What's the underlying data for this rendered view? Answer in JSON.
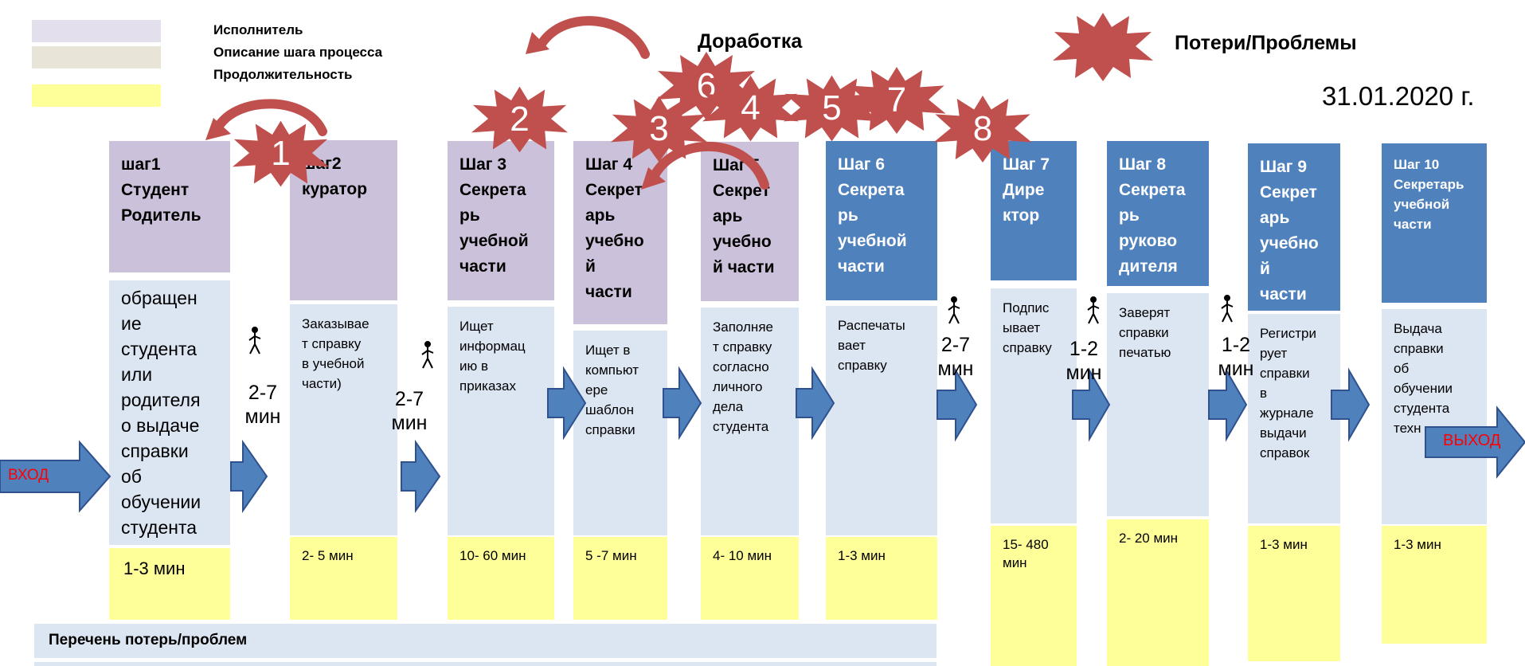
{
  "legend": {
    "executor": "Исполнитель",
    "description": "Описание шага процесса",
    "duration": "Продолжительность"
  },
  "rework_label": "Доработка",
  "losses_label": "Потери/Проблемы",
  "date": "31.01.2020 г.",
  "entry": "ВХОД",
  "exit": "ВЫХОД",
  "losses_list_title": "Перечень потерь/проблем",
  "steps": [
    {
      "header": "шаг1\nСтудент\nРодитель",
      "desc": "обращен\nие\nстудента\nили\nродителя\nо  выдаче\nсправки\nоб\nобучении\nстудента",
      "duration": "1-3 мин"
    },
    {
      "header": "шаг2\nкуратор",
      "desc": "Заказывае\nт справку\nв учебной\nчасти)",
      "duration": "2- 5 мин"
    },
    {
      "header": "Шаг 3\nСекрета\nрь\nучебной\nчасти",
      "desc": "Ищет\nинформац\nию в\nприказах",
      "duration": "10- 60 мин"
    },
    {
      "header": "Шаг 4\nСекрет\nарь\nучебно\nй\nчасти",
      "desc": "Ищет в\nкомпьют\nере\nшаблон\nсправки",
      "duration": "5 -7 мин"
    },
    {
      "header": "Шаг 5\nСекрет\nарь\nучебно\nй части",
      "desc": "Заполняе\nт справку\nсогласно\nличного\nдела\nстудента",
      "duration": "4- 10 мин"
    },
    {
      "header": "Шаг 6\nСекрета\nрь\nучебной\nчасти",
      "desc": "Распечаты\nвает\nсправку",
      "duration": "1-3 мин"
    },
    {
      "header": "Шаг 7\nДире\nктор",
      "desc": "Подпис\nывает\nсправку",
      "duration": "15- 480\nмин"
    },
    {
      "header": "Шаг 8\nСекрета\nрь\nрукoво\nдителя",
      "desc": "Заверят\nсправки\nпечатью",
      "duration": "2- 20 мин"
    },
    {
      "header": "Шаг 9\nСекрет\nарь\nучебно\nй\nчасти",
      "desc": "Регистри\nрует\nсправки\nв\nжурнале\nвыдачи\nсправок",
      "duration": "1-3  мин"
    },
    {
      "header": "Шаг 10\nСекретарь\nучебной\nчасти",
      "desc": "Выдача\nсправки\nоб\nобучении\nстудента\nтехн",
      "duration": "1-3 мин"
    }
  ],
  "transitions": [
    {
      "label": "2-7\nмин"
    },
    {
      "label": "2-7\nмин"
    },
    {
      "label": "2-7\nмин"
    },
    {
      "label": "1-2\nмин"
    },
    {
      "label": "1-2\nмин"
    }
  ],
  "stars": [
    "1",
    "2",
    "3",
    "6",
    "4",
    "5",
    "7",
    "8"
  ],
  "colors": {
    "executor_light": "#ccc1da",
    "executor_dark": "#4f81bd",
    "description": "#dce6f2",
    "duration": "#ffff99",
    "arrow": "#4f81bd",
    "star": "#c0504d",
    "legend_box2": "#e8e5d8"
  }
}
